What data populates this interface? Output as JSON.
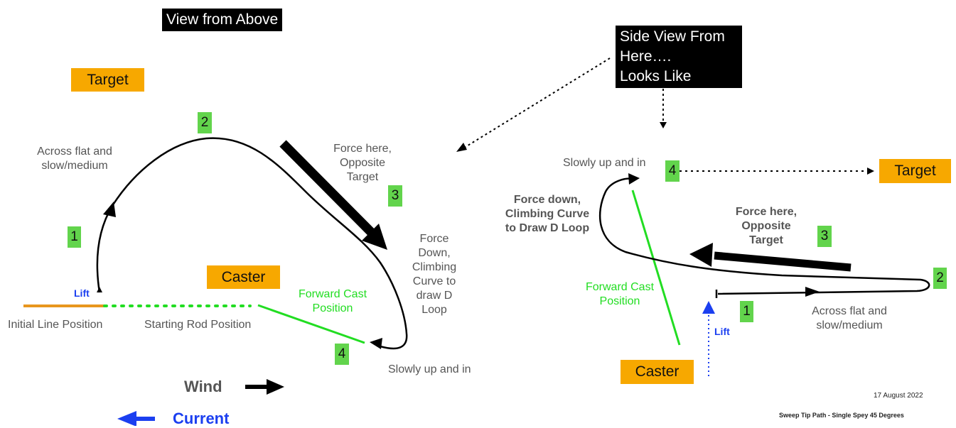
{
  "top_view": {
    "title": "View from Above",
    "target": "Target",
    "caster": "Caster",
    "steps": [
      "1",
      "2",
      "3",
      "4"
    ],
    "across_flat": [
      "Across flat and",
      "slow/medium"
    ],
    "force_here": [
      "Force here,",
      "Opposite",
      "Target"
    ],
    "force_down": [
      "Force",
      "Down,",
      "Climbing",
      "Curve to",
      "draw D",
      "Loop"
    ],
    "forward_cast": [
      "Forward Cast",
      "Position"
    ],
    "slowly_up": "Slowly up and in",
    "lift": "Lift",
    "initial_line": "Initial Line Position",
    "starting_rod": "Starting Rod Position",
    "wind": "Wind",
    "current": "Current"
  },
  "side_view": {
    "title": [
      "Side View From",
      "Here….",
      "Looks Like"
    ],
    "target": "Target",
    "caster": "Caster",
    "steps": [
      "1",
      "2",
      "3",
      "4"
    ],
    "slowly_up": "Slowly up and in",
    "force_down": [
      "Force down,",
      "Climbing Curve",
      "to Draw D Loop"
    ],
    "force_here": [
      "Force here,",
      "Opposite",
      "Target"
    ],
    "forward_cast": [
      "Forward Cast",
      "Position"
    ],
    "across_flat": [
      "Across flat and",
      "slow/medium"
    ],
    "lift": "Lift"
  },
  "footer": {
    "date": "17 August 2022",
    "caption": "Sweep Tip Path - Single Spey 45 Degrees"
  },
  "colors": {
    "orange": "#f7a800",
    "green_box": "#62d44c",
    "green_line": "#22dd22",
    "blue": "#1b3ff0",
    "black": "#000000"
  }
}
